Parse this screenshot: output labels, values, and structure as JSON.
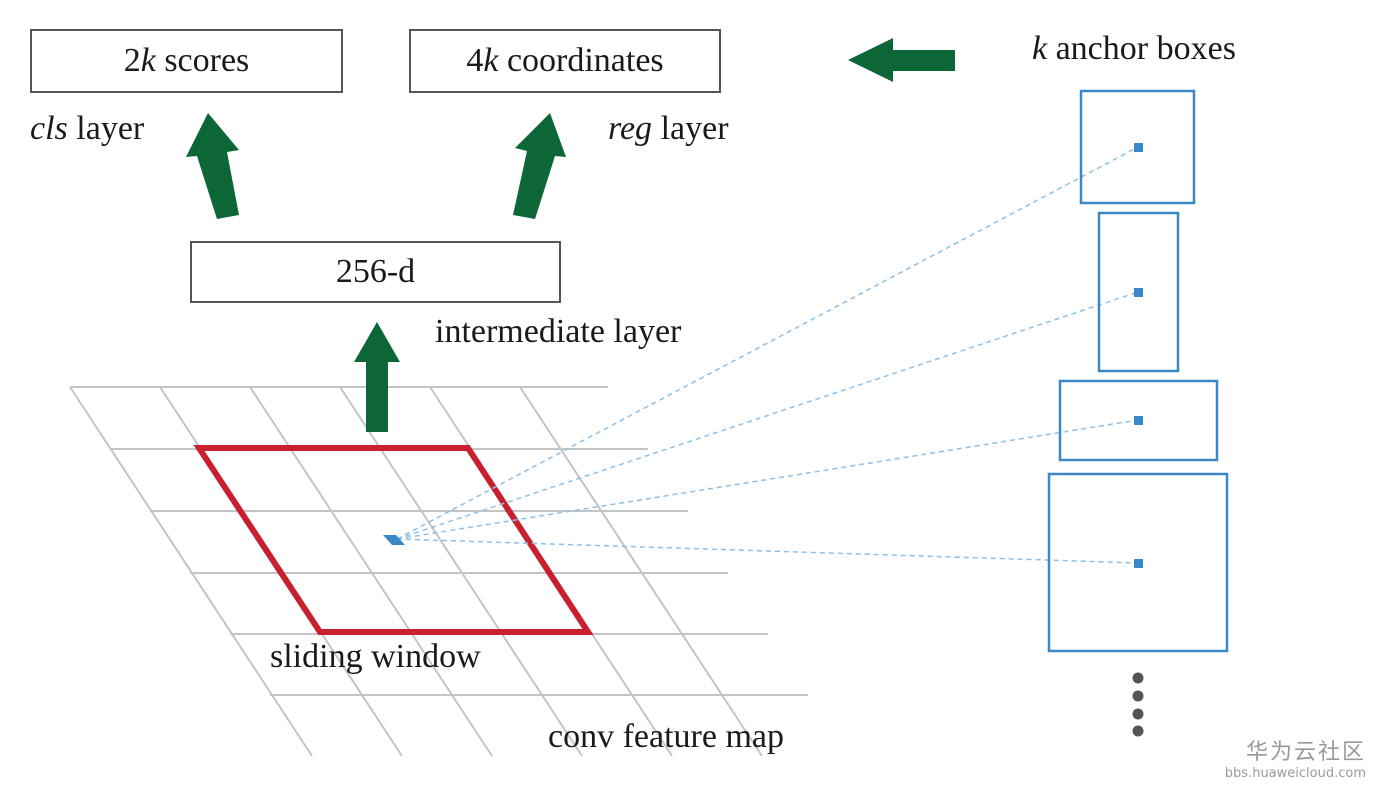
{
  "boxes": {
    "scores": {
      "number": "2",
      "k": "k",
      "rest": " scores"
    },
    "coordinates": {
      "number": "4",
      "k": "k",
      "rest": " coordinates"
    },
    "intermediate": {
      "text": "256-d"
    }
  },
  "labels": {
    "cls": {
      "italic": "cls",
      "rest": " layer"
    },
    "reg": {
      "italic": "reg",
      "rest": " layer"
    },
    "intermediate": "intermediate layer",
    "anchors": {
      "italic": "k",
      "rest": " anchor boxes"
    },
    "sliding_window": "sliding window",
    "feature_map": "conv feature map"
  },
  "colors": {
    "arrow_green": "#0c6636",
    "window_red": "#c8202f",
    "anchor_blue": "#3b88c9",
    "grid_gray": "#c4c4c4",
    "dot_gray": "#555555"
  },
  "watermark": {
    "title": "华为云社区",
    "url": "bbs.huaweicloud.com"
  }
}
